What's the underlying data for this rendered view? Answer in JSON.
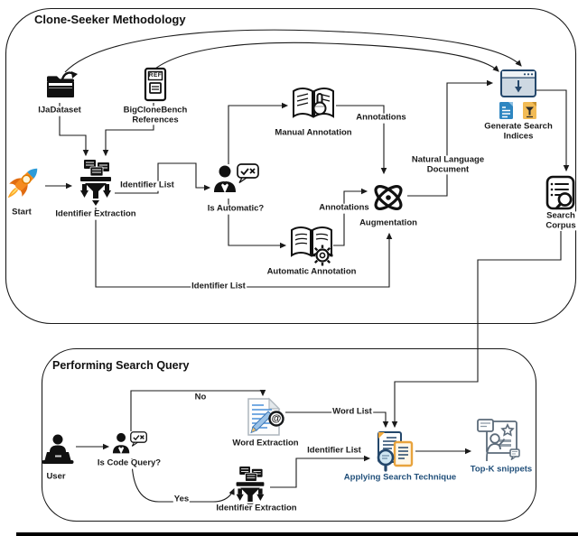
{
  "top_box": {
    "title": "Clone-Seeker Methodology",
    "nodes": {
      "ijadataset": "IJaDataset",
      "bigclonebench": "BigCloneBench References",
      "start": "Start",
      "identifier_extraction": "Identifier Extraction",
      "is_automatic": "Is Automatic?",
      "manual_annotation": "Manual Annotation",
      "automatic_annotation": "Automatic Annotation",
      "augmentation": "Augmentation",
      "generate_search_indices": "Generate Search Indices",
      "search_corpus": "Search Corpus"
    },
    "edge_labels": {
      "identifier_list": "Identifier List",
      "annotations": "Annotations",
      "natural_language_document": "Natural Language Document"
    }
  },
  "bottom_box": {
    "title": "Performing Search Query",
    "nodes": {
      "user": "User",
      "is_code_query": "Is Code Query?",
      "word_extraction": "Word Extraction",
      "identifier_extraction": "Identifier Extraction",
      "applying_search_technique": "Applying Search Technique",
      "topk_snippets": "Top-K snippets"
    },
    "edge_labels": {
      "no": "No",
      "yes": "Yes",
      "word_list": "Word List",
      "identifier_list": "Identifier List"
    }
  },
  "icon_glyphs": {
    "ref": "REF",
    "at": "@"
  },
  "colors": {
    "line": "#1a1a1a",
    "accent_blue": "#1f4e79",
    "file_blue": "#2e86c1",
    "file_orange": "#f2bb55",
    "browser_navy": "#24476b",
    "rocket_orange": "#f68b1f",
    "rocket_blue": "#2d9bd8"
  }
}
